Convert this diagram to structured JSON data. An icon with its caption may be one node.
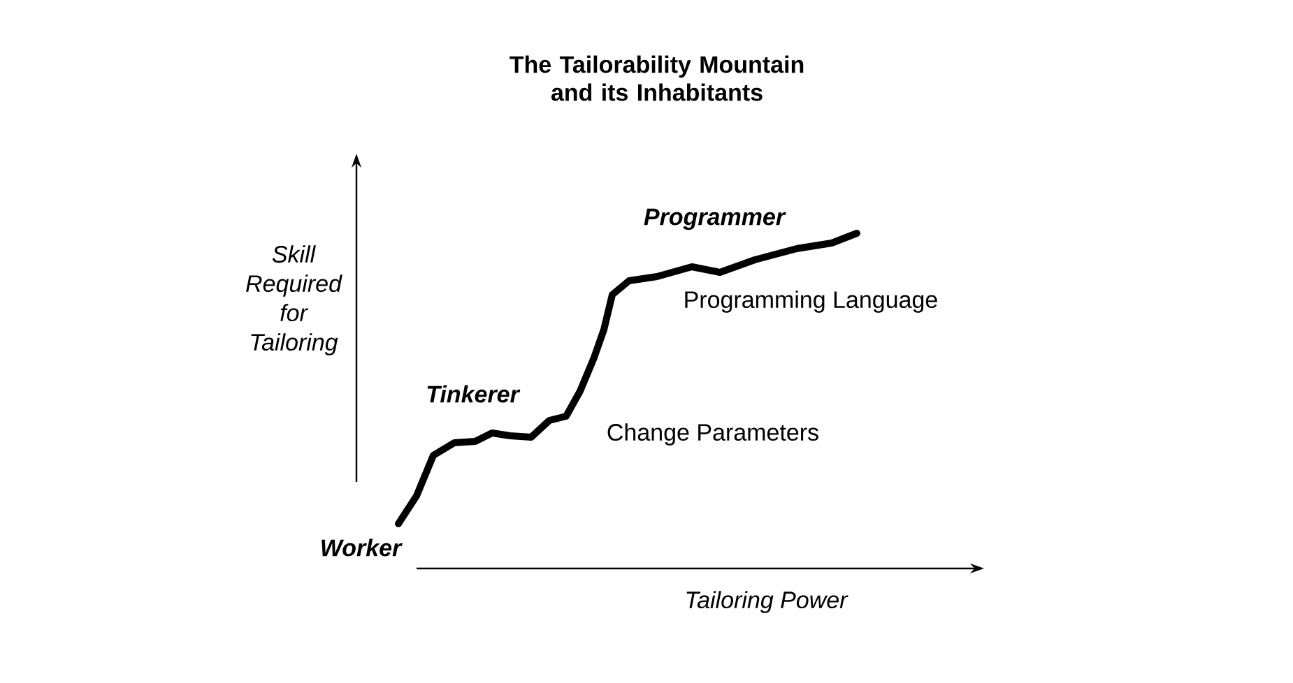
{
  "diagram": {
    "title": "The Tailorability Mountain and its Inhabitants",
    "labels": [
      "Programmer",
      "Skill Required for Tailoring",
      "Programming Language",
      "Tinkerer",
      "Change Parameters",
      "Worker",
      "Tailoring Power"
    ]
  }
}
